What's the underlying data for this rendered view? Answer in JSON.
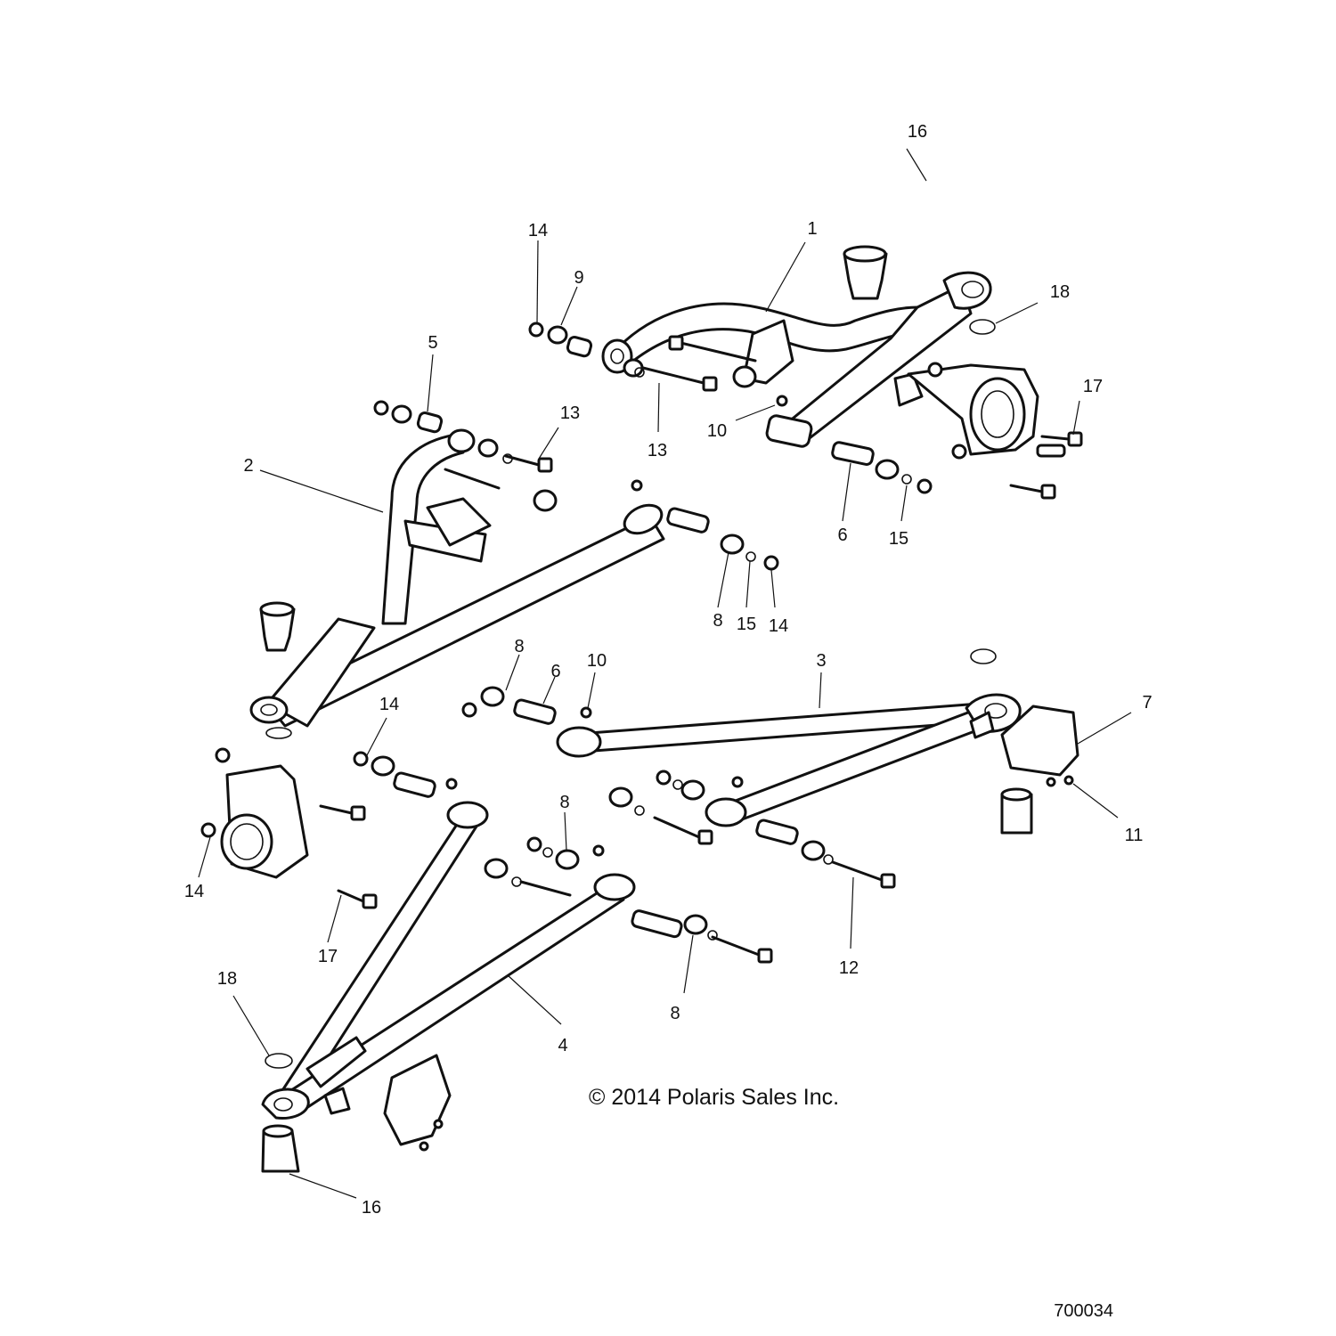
{
  "copyright": "© 2014 Polaris Sales Inc.",
  "figure_number": "700034",
  "callouts": [
    {
      "label": "16"
    },
    {
      "label": "14"
    },
    {
      "label": "9"
    },
    {
      "label": "1"
    },
    {
      "label": "18"
    },
    {
      "label": "5"
    },
    {
      "label": "13"
    },
    {
      "label": "13"
    },
    {
      "label": "10"
    },
    {
      "label": "17"
    },
    {
      "label": "2"
    },
    {
      "label": "6"
    },
    {
      "label": "15"
    },
    {
      "label": "8"
    },
    {
      "label": "15"
    },
    {
      "label": "14"
    },
    {
      "label": "8"
    },
    {
      "label": "6"
    },
    {
      "label": "10"
    },
    {
      "label": "3"
    },
    {
      "label": "7"
    },
    {
      "label": "14"
    },
    {
      "label": "8"
    },
    {
      "label": "11"
    },
    {
      "label": "14"
    },
    {
      "label": "17"
    },
    {
      "label": "18"
    },
    {
      "label": "12"
    },
    {
      "label": "8"
    },
    {
      "label": "4"
    },
    {
      "label": "16"
    }
  ]
}
